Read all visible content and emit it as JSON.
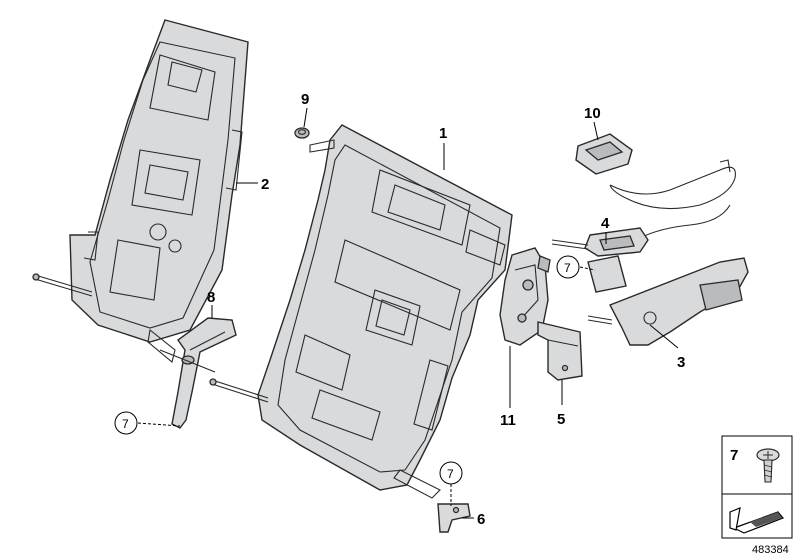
{
  "callouts": {
    "c1": "1",
    "c2": "2",
    "c3": "3",
    "c4": "4",
    "c5": "5",
    "c6": "6",
    "c7a": "7",
    "c7b": "7",
    "c7c": "7",
    "c8": "8",
    "c9": "9",
    "c10": "10",
    "c11": "11"
  },
  "legend": {
    "screw_number": "7"
  },
  "diagram_id": "483384"
}
